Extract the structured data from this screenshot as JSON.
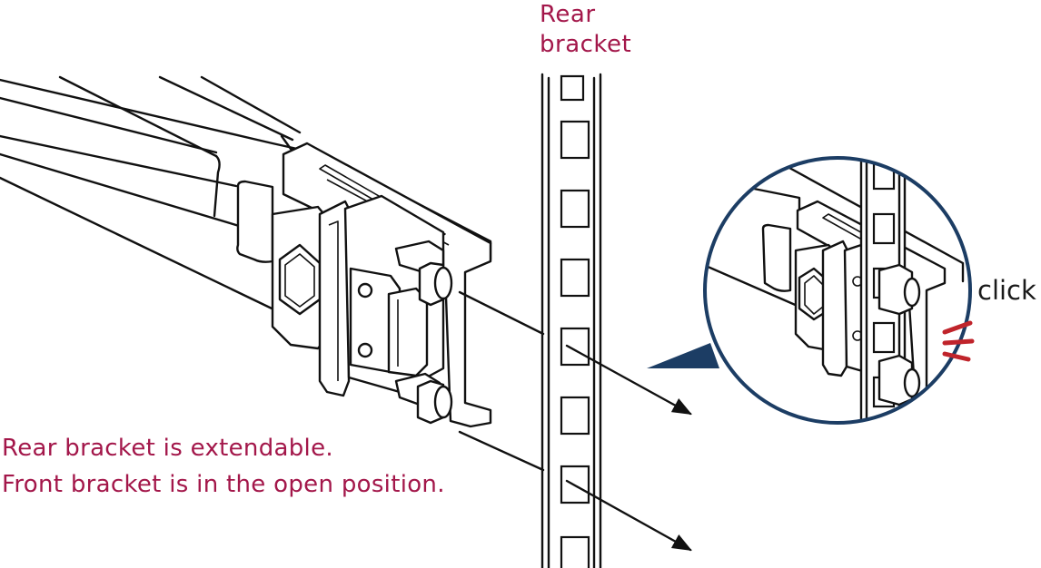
{
  "labels": {
    "rear_bracket_title": [
      "Rear",
      "bracket"
    ],
    "caption_lines": [
      "Rear bracket is extendable.",
      "Front bracket is in the open position."
    ],
    "click": "click"
  },
  "colors": {
    "accent": "#a3174a",
    "magnifier_border": "#1c3d64",
    "click_marks": "#c0242b",
    "line": "#111111"
  }
}
